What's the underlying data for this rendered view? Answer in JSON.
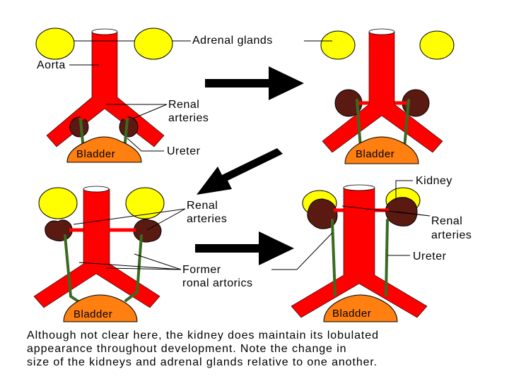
{
  "labels": {
    "adrenal_glands": "Adrenal glands",
    "aorta": "Aorta",
    "renal_arteries_1a": "Renal",
    "renal_arteries_1b": "arteries",
    "ureter_1": "Ureter",
    "bladder_1": "Bladder",
    "bladder_2": "Bladder",
    "bladder_3": "Bladder",
    "bladder_4": "Bladder",
    "kidney": "Kidney",
    "renal_arteries_3a": "Renal",
    "renal_arteries_3b": "arteries",
    "former_a": "Former",
    "former_b": "ronal artorics",
    "renal_arteries_4a": "Renal",
    "renal_arteries_4b": "arteries",
    "ureter_4": "Ureter"
  },
  "caption": [
    "Although not clear here, the kidney does maintain its lobulated",
    "appearance throughout development.  Note the change in",
    "size of the kidneys and adrenal glands relative to one another."
  ],
  "colors": {
    "adrenal": "#ffff00",
    "vessel": "#ff0000",
    "kidney": "#5a1a12",
    "bladder": "#ff7f10",
    "ureter": "#3a6a20"
  }
}
